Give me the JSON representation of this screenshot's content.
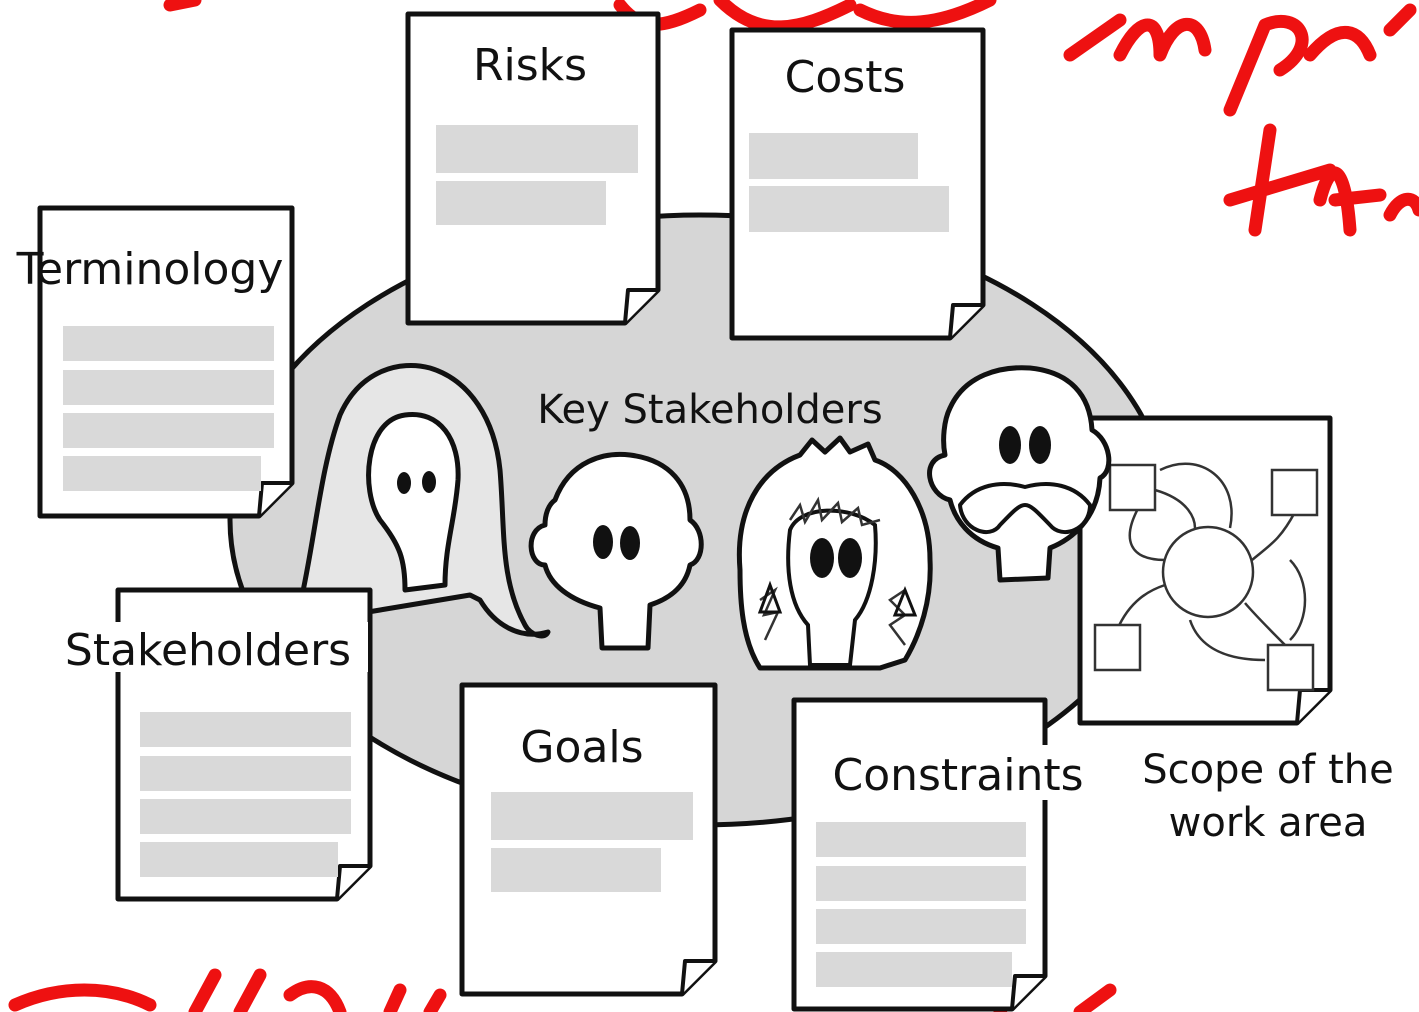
{
  "diagram": {
    "center_label": "Key Stakeholders",
    "documents": {
      "risks": "Risks",
      "costs": "Costs",
      "terminology": "Terminology",
      "stakeholders": "Stakeholders",
      "goals": "Goals",
      "constraints": "Constraints"
    },
    "scope_caption": [
      "Scope of the",
      "work area"
    ]
  },
  "colors": {
    "ink": "#ee1111",
    "table": "#d6d6d6",
    "placeholder_bar": "#d9d9d9"
  }
}
